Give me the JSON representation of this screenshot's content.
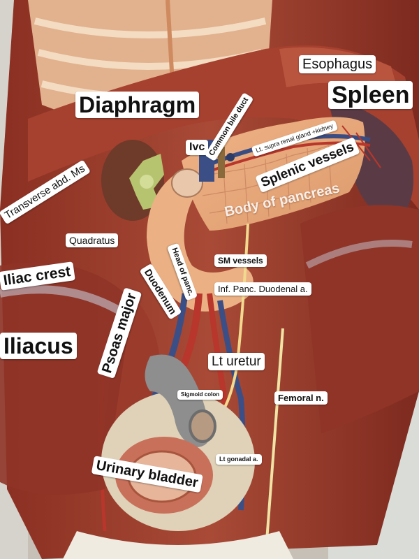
{
  "labels": {
    "esophagus": "Esophagus",
    "diaphragm": "Diaphragm",
    "spleen": "Spleen",
    "ivc": "Ivc",
    "common_bile_duct": "Common bile duct",
    "lt_supra_renal": "Lt. supra renal gland +kidney",
    "splenic_vessels": "Splenic vessels",
    "transverse_abd": "Transverse abd. Ms",
    "body_of_pancreas": "Body of pancreas",
    "quadratus": "Quadratus",
    "head_of_panc": "Head of panc.",
    "sm_vessels": "SM vessels",
    "iliac_crest": "Iliac crest",
    "duodenum": "Duodenum",
    "inf_panc_duodenal": "Inf. Panc. Duodenal a.",
    "psoas_major": "Psoas major",
    "iliacus": "Iliacus",
    "lt_uretur": "Lt uretur",
    "sigmoid_colon": "Sigmoid colon",
    "femoral_n": "Femoral n.",
    "urinary_bladder": "Urinary bladder",
    "lt_gonadal": "Lt gonadal a."
  }
}
